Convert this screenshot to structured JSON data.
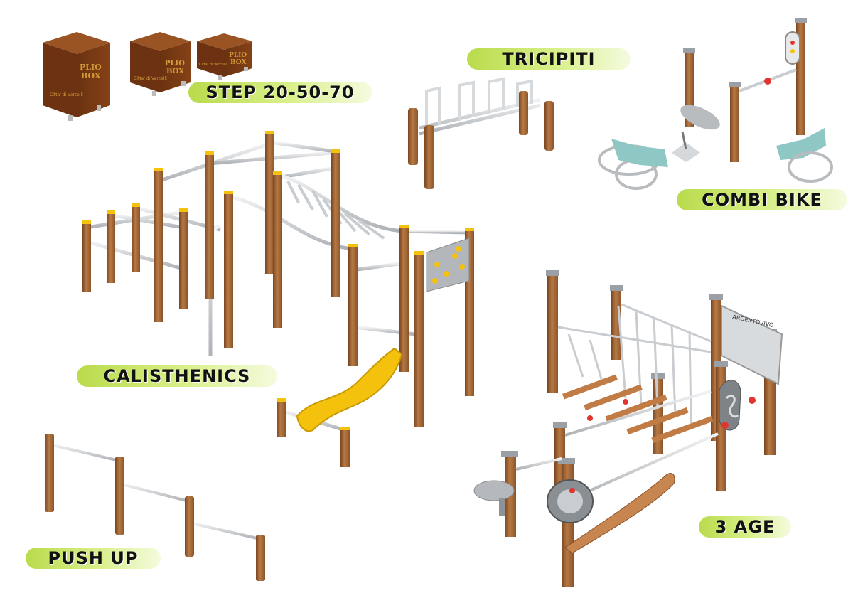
{
  "labels": {
    "step": "STEP 20-50-70",
    "tricipiti": "TRICIPITI",
    "combi_bike": "COMBI BIKE",
    "calisthenics": "CALISTHENICS",
    "push_up": "PUSH UP",
    "three_age": "3 AGE"
  },
  "box_text": {
    "brand_line1": "PLIO",
    "brand_line2": "BOX",
    "maker": "Citta' di Vercelli"
  },
  "sign_text": "ARGENTOVIVO",
  "colors": {
    "label_green": "#c6e35a",
    "wood": "#a5683a",
    "box": "#7a3c16",
    "steel": "#c9ccd0",
    "yellow": "#f4c20d",
    "teal": "#8fc7c5",
    "cap_grey": "#9aa0a6"
  }
}
